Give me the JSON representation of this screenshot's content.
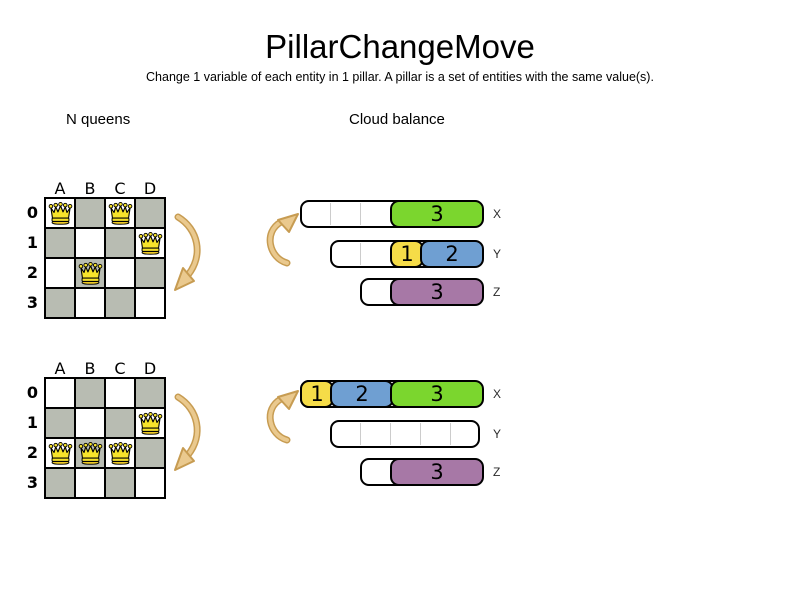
{
  "header": {
    "title": "PillarChangeMove",
    "subtitle": "Change 1 variable of each entity in 1 pillar. A pillar is a set of entities with the same value(s)."
  },
  "sections": {
    "nqueens_label": "N queens",
    "cloud_label": "Cloud balance"
  },
  "nqueens": {
    "columns": [
      "A",
      "B",
      "C",
      "D"
    ],
    "rows": [
      "0",
      "1",
      "2",
      "3"
    ],
    "boards": [
      {
        "name": "before",
        "queens": [
          {
            "col": "A",
            "row": 0
          },
          {
            "col": "C",
            "row": 0
          },
          {
            "col": "D",
            "row": 1
          },
          {
            "col": "B",
            "row": 2
          }
        ]
      },
      {
        "name": "after",
        "queens": [
          {
            "col": "D",
            "row": 1
          },
          {
            "col": "A",
            "row": 2
          },
          {
            "col": "B",
            "row": 2
          },
          {
            "col": "C",
            "row": 2
          }
        ]
      }
    ]
  },
  "cloud": {
    "states": [
      {
        "name": "before",
        "bars": [
          {
            "label": "X",
            "slots": 6,
            "blocks": [
              {
                "value": "3",
                "start": 3,
                "span": 3,
                "color": "green"
              }
            ]
          },
          {
            "label": "Y",
            "slots": 5,
            "blocks": [
              {
                "value": "1",
                "start": 2,
                "span": 1,
                "color": "yellow"
              },
              {
                "value": "2",
                "start": 3,
                "span": 2,
                "color": "blue"
              }
            ]
          },
          {
            "label": "Z",
            "slots": 4,
            "blocks": [
              {
                "value": "3",
                "start": 1,
                "span": 3,
                "color": "purple"
              }
            ]
          }
        ]
      },
      {
        "name": "after",
        "bars": [
          {
            "label": "X",
            "slots": 6,
            "blocks": [
              {
                "value": "1",
                "start": 0,
                "span": 1,
                "color": "yellow"
              },
              {
                "value": "2",
                "start": 1,
                "span": 2,
                "color": "blue"
              },
              {
                "value": "3",
                "start": 3,
                "span": 3,
                "color": "green"
              }
            ]
          },
          {
            "label": "Y",
            "slots": 5,
            "blocks": []
          },
          {
            "label": "Z",
            "slots": 4,
            "blocks": [
              {
                "value": "3",
                "start": 1,
                "span": 3,
                "color": "purple"
              }
            ]
          }
        ]
      }
    ]
  },
  "colors": {
    "green": "#7bd62e",
    "yellow": "#f5dc48",
    "blue": "#6f9fd2",
    "purple": "#a778a6",
    "board_gray": "#b8bcb2",
    "queen_yellow": "#f7e32b",
    "arrow_fill": "#eac98e",
    "arrow_outline": "#c79c52"
  }
}
